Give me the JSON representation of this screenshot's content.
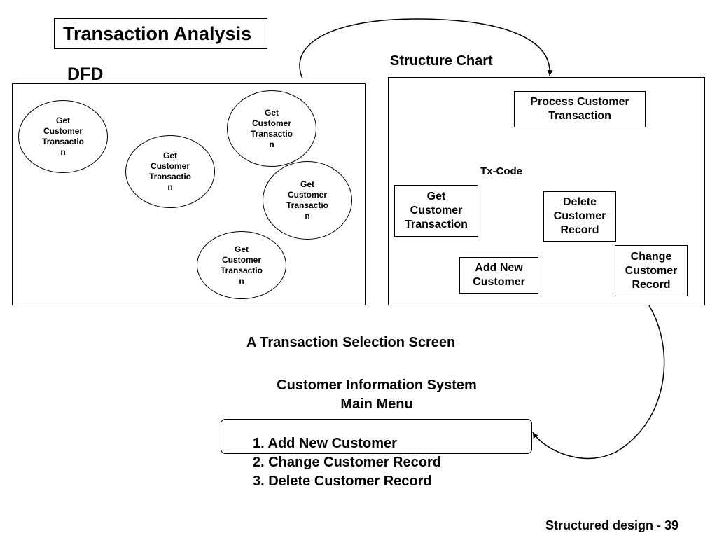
{
  "title": "Transaction Analysis",
  "dfd": {
    "label": "DFD",
    "bubbles": [
      "Get\nCustomer\nTransactio\nn",
      "Get\nCustomer\nTransactio\nn",
      "Get\nCustomer\nTransactio\nn",
      "Get\nCustomer\nTransactio\nn",
      "Get\nCustomer\nTransactio\nn"
    ]
  },
  "structure_chart": {
    "label": "Structure Chart",
    "root": "Process Customer\nTransaction",
    "modules": [
      "Get\nCustomer\nTransaction",
      "Add New\nCustomer",
      "Delete\nCustomer\nRecord",
      "Change\nCustomer\nRecord"
    ],
    "couple": "Tx-Code"
  },
  "screen": {
    "title": "A Transaction Selection Screen",
    "heading": "Customer Information System\nMain Menu",
    "options": [
      "1. Add New Customer",
      "2. Change Customer Record",
      "3. Delete Customer Record"
    ]
  },
  "footer": "Structured design - 39"
}
